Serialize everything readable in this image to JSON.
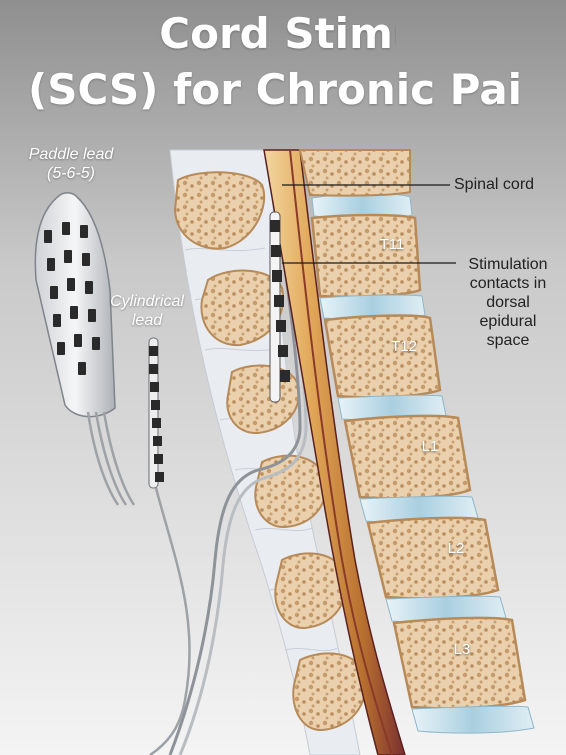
{
  "title": {
    "line1": "Cord Stimu",
    "line2": "(SCS) for Chronic Pain"
  },
  "labels": {
    "paddle_lead_line1": "Paddle lead",
    "paddle_lead_line2": "(5-6-5)",
    "cylindrical_lead_line1": "Cylindrical",
    "cylindrical_lead_line2": "lead",
    "spinal_cord": "Spinal cord",
    "stimulation_line1": "Stimulation",
    "stimulation_line2": "contacts in",
    "stimulation_line3": "dorsal",
    "stimulation_line4": "epidural",
    "stimulation_line5": "space"
  },
  "vertebrae": {
    "t11": "T11",
    "t12": "T12",
    "l1": "L1",
    "l2": "L2",
    "l3": "L3"
  },
  "colors": {
    "background_top": "#9a9a9a",
    "background_bottom": "#f2f2f2",
    "bone": "#e8c9a3",
    "bone_dark": "#c99e6e",
    "disc": "#bcd9e6",
    "cord": "#d9a35a",
    "cord_dark": "#6a2a2a",
    "ligament": "#dfe6ee"
  }
}
